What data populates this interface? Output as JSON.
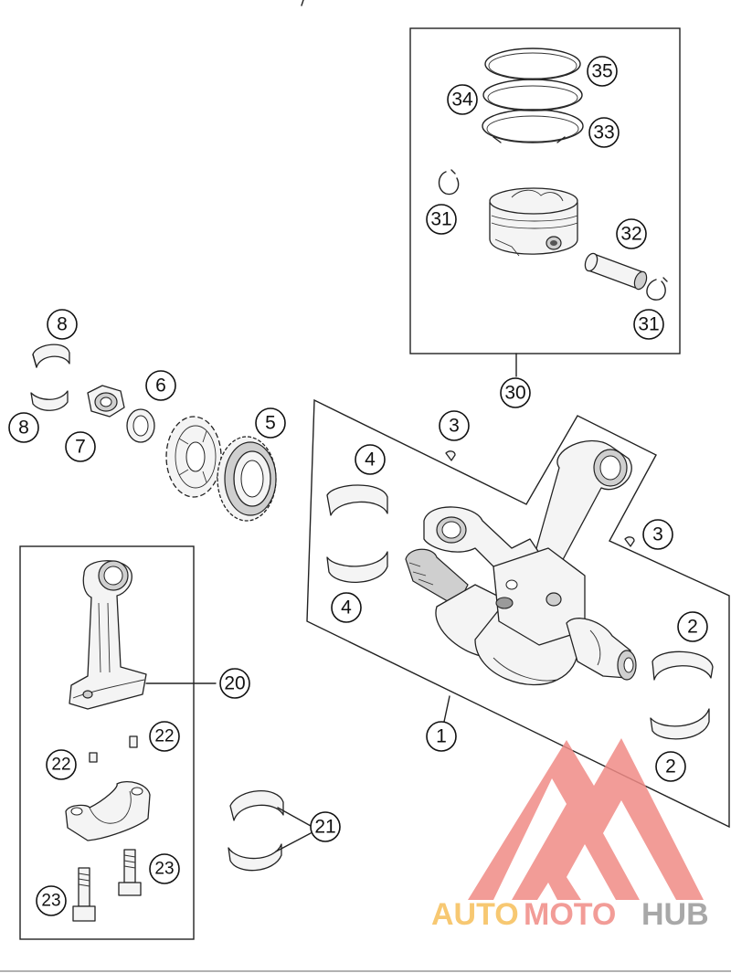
{
  "callouts": [
    {
      "id": "c35",
      "label": "35"
    },
    {
      "id": "c34",
      "label": "34"
    },
    {
      "id": "c33",
      "label": "33"
    },
    {
      "id": "c31a",
      "label": "31"
    },
    {
      "id": "c32",
      "label": "32"
    },
    {
      "id": "c31b",
      "label": "31"
    },
    {
      "id": "c30",
      "label": "30"
    },
    {
      "id": "c8a",
      "label": "8"
    },
    {
      "id": "c8b",
      "label": "8"
    },
    {
      "id": "c6",
      "label": "6"
    },
    {
      "id": "c7",
      "label": "7"
    },
    {
      "id": "c5",
      "label": "5"
    },
    {
      "id": "c3a",
      "label": "3"
    },
    {
      "id": "c3b",
      "label": "3"
    },
    {
      "id": "c4a",
      "label": "4"
    },
    {
      "id": "c4b",
      "label": "4"
    },
    {
      "id": "c2a",
      "label": "2"
    },
    {
      "id": "c2b",
      "label": "2"
    },
    {
      "id": "c1",
      "label": "1"
    },
    {
      "id": "c20",
      "label": "20"
    },
    {
      "id": "c22a",
      "label": "22"
    },
    {
      "id": "c22b",
      "label": "22"
    },
    {
      "id": "c21",
      "label": "21"
    },
    {
      "id": "c23a",
      "label": "23"
    },
    {
      "id": "c23b",
      "label": "23"
    }
  ],
  "watermark": {
    "part1": "AUTO",
    "part2": "MOTO",
    "part3": "HUB",
    "color_auto": "#f6bf5a",
    "color_moto": "#f08b86",
    "color_hub": "#9a9a9a",
    "logo_color": "#f08b86"
  }
}
